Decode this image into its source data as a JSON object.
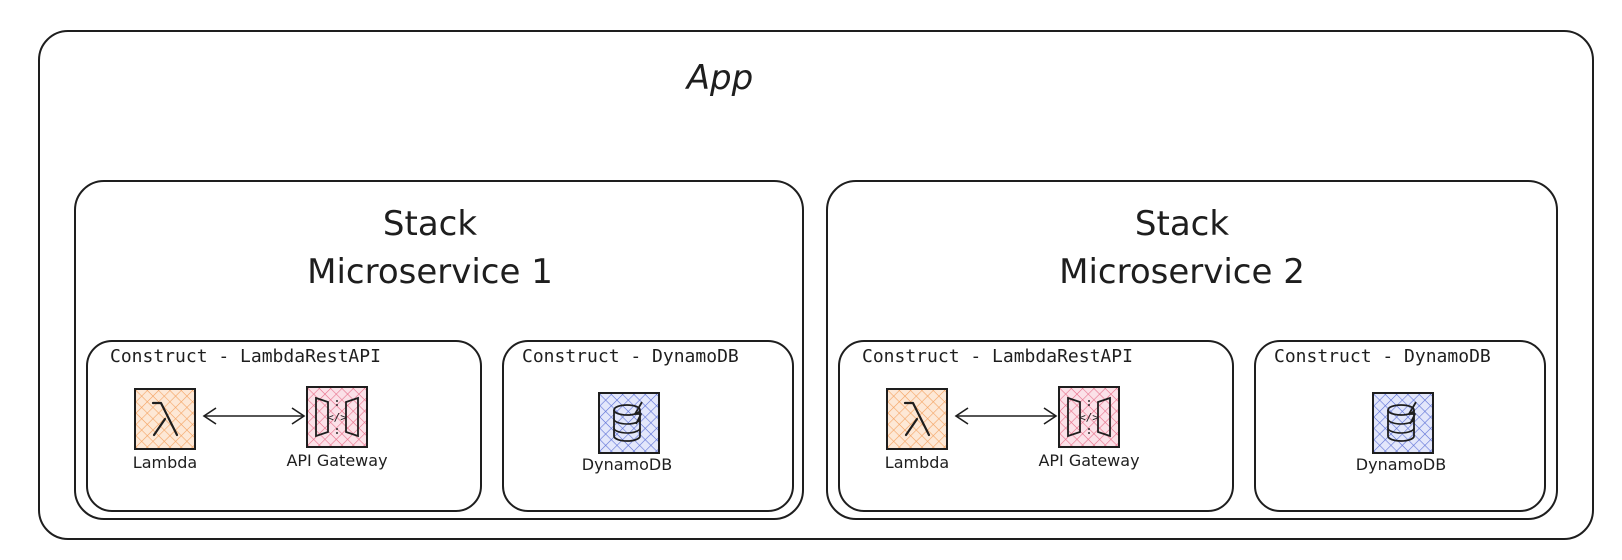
{
  "app": {
    "title": "App"
  },
  "stacks": [
    {
      "title_line1": "Stack",
      "title_line2": "Microservice 1",
      "constructs": [
        {
          "label": "Construct - LambdaRestAPI",
          "services": [
            {
              "label": "Lambda",
              "icon": "lambda-icon",
              "color": "#f4a261"
            },
            {
              "label": "API Gateway",
              "icon": "api-gateway-icon",
              "color": "#e76f8a"
            }
          ]
        },
        {
          "label": "Construct - DynamoDB",
          "services": [
            {
              "label": "DynamoDB",
              "icon": "dynamodb-icon",
              "color": "#5b6fd6"
            }
          ]
        }
      ]
    },
    {
      "title_line1": "Stack",
      "title_line2": "Microservice 2",
      "constructs": [
        {
          "label": "Construct - LambdaRestAPI",
          "services": [
            {
              "label": "Lambda",
              "icon": "lambda-icon",
              "color": "#f4a261"
            },
            {
              "label": "API Gateway",
              "icon": "api-gateway-icon",
              "color": "#e76f8a"
            }
          ]
        },
        {
          "label": "Construct - DynamoDB",
          "services": [
            {
              "label": "DynamoDB",
              "icon": "dynamodb-icon",
              "color": "#5b6fd6"
            }
          ]
        }
      ]
    }
  ]
}
